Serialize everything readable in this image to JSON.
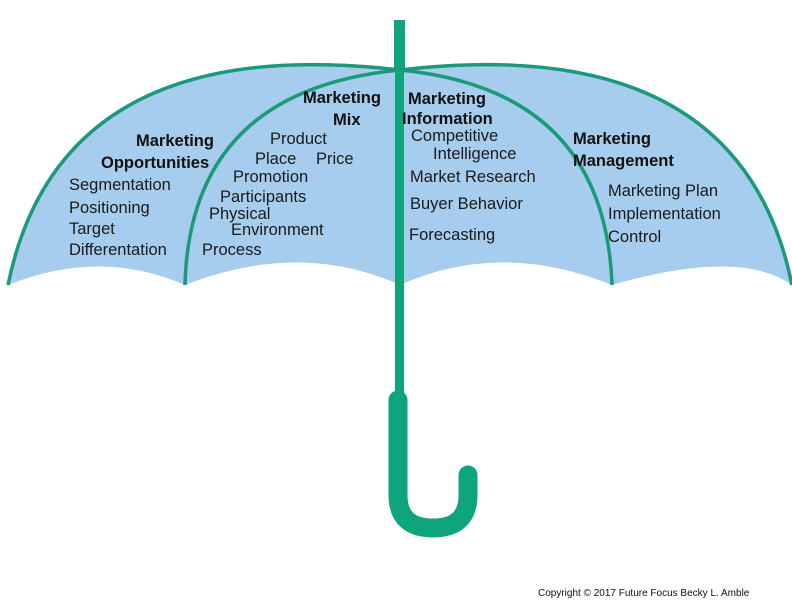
{
  "diagram": {
    "colors": {
      "canopy": "#a6cdee",
      "rib": "#1a9a78",
      "handle": "#0ea57c"
    },
    "sections": [
      {
        "title_line1": "Marketing",
        "title_line2": "Opportunities",
        "items": [
          "Segmentation",
          "Positioning",
          "Target",
          "Differentation"
        ]
      },
      {
        "title_line1": "Marketing",
        "title_line2": "Mix",
        "items": [
          "Product",
          "Place",
          "Price",
          "Promotion",
          "Participants",
          "Physical",
          "Environment",
          "Process"
        ]
      },
      {
        "title_line1": "Marketing",
        "title_line2": "Information",
        "items": [
          "Competitive",
          "Intelligence",
          "Market Research",
          "Buyer Behavior",
          "Forecasting"
        ]
      },
      {
        "title_line1": "Marketing",
        "title_line2": "Management",
        "items": [
          "Marketing Plan",
          "Implementation",
          "Control"
        ]
      }
    ],
    "copyright": "Copyright © 2017 Future Focus Becky L. Amble"
  }
}
